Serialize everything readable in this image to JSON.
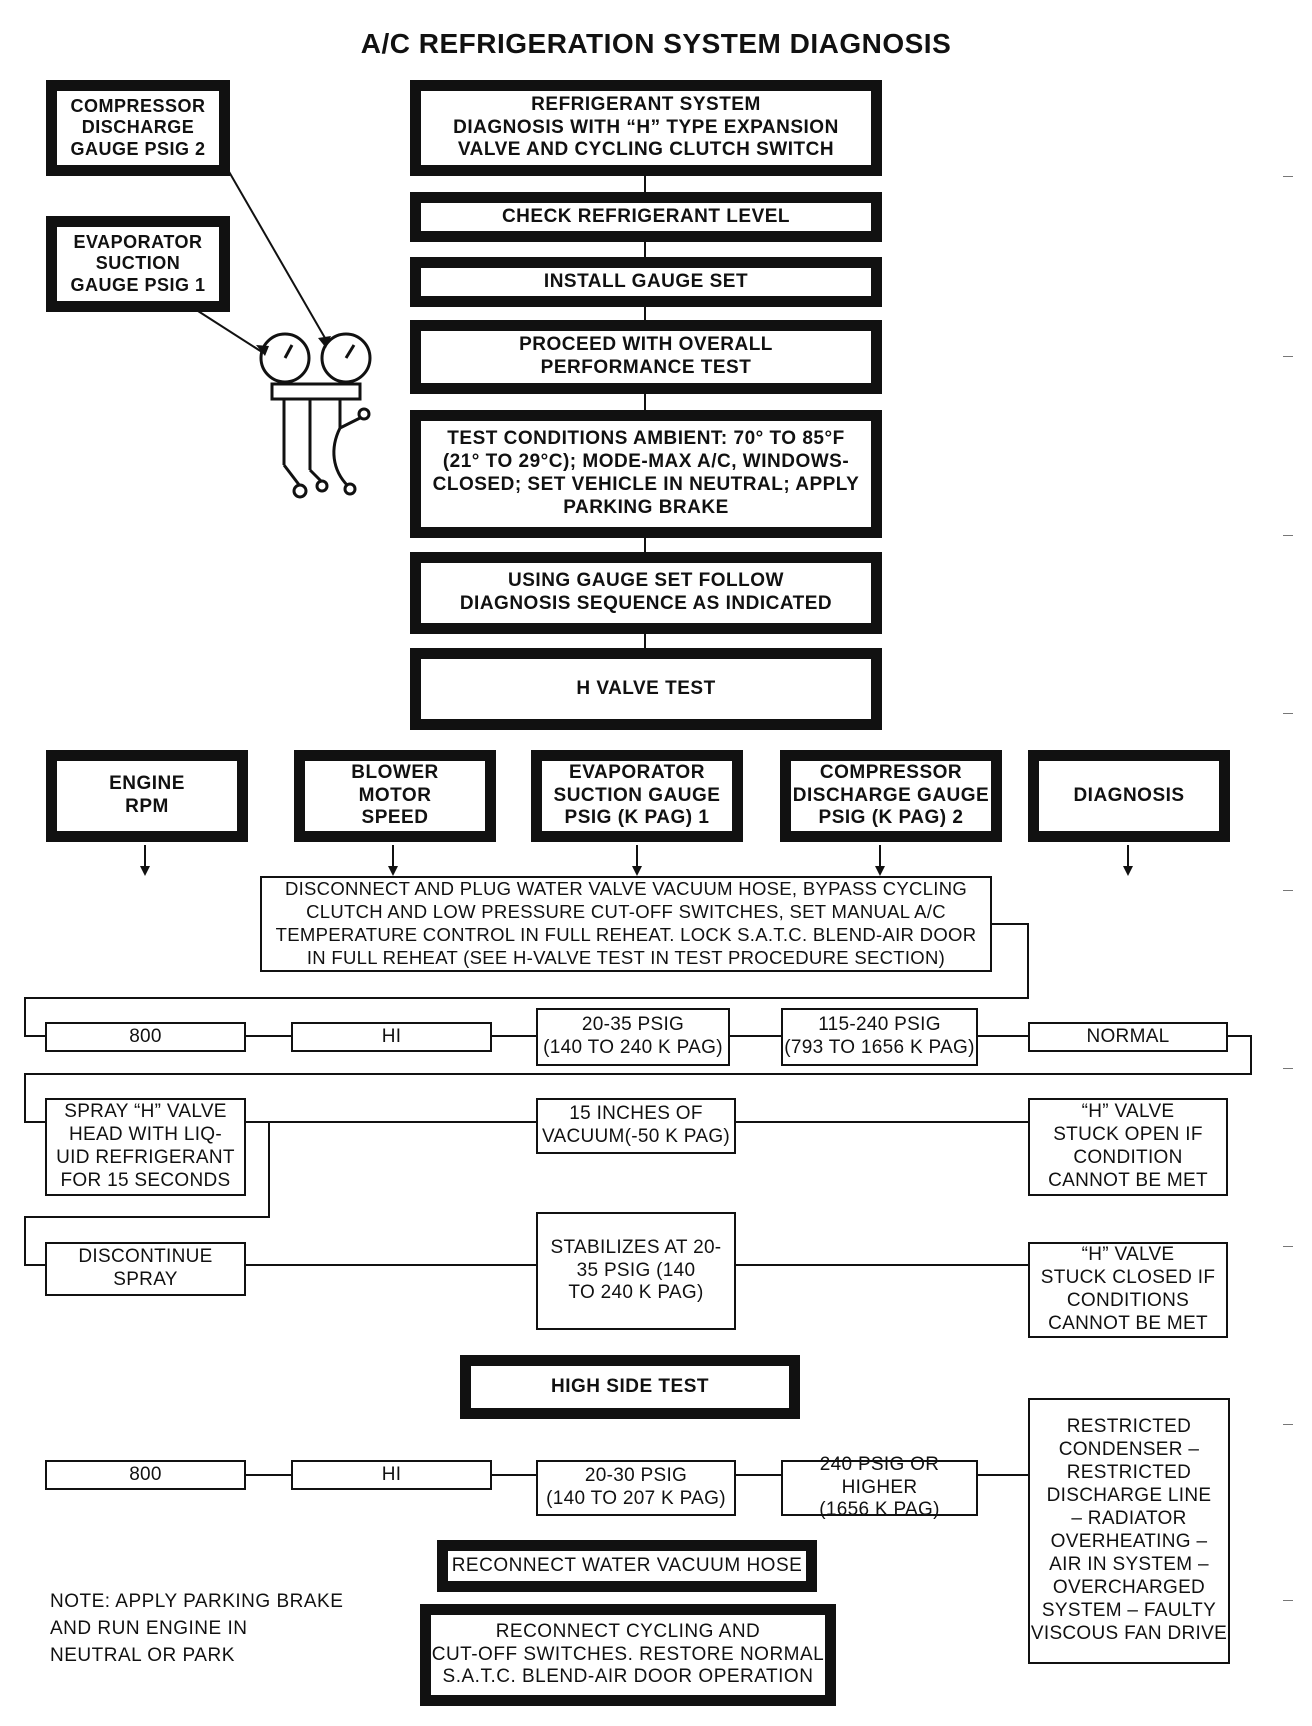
{
  "title": "A/C REFRIGERATION SYSTEM DIAGNOSIS",
  "gauge_labels": {
    "compressor": "COMPRESSOR\nDISCHARGE\nGAUGE PSIG 2",
    "evaporator": "EVAPORATOR\nSUCTION\nGAUGE PSIG 1"
  },
  "steps": [
    "REFRIGERANT SYSTEM\nDIAGNOSIS WITH “H” TYPE EXPANSION\nVALVE AND CYCLING CLUTCH SWITCH",
    "CHECK REFRIGERANT LEVEL",
    "INSTALL GAUGE SET",
    "PROCEED WITH OVERALL\nPERFORMANCE TEST",
    "TEST CONDITIONS AMBIENT: 70° TO 85°F\n(21° TO 29°C); MODE-MAX A/C, WINDOWS-\nCLOSED; SET VEHICLE IN NEUTRAL; APPLY\nPARKING BRAKE",
    "USING GAUGE SET FOLLOW\nDIAGNOSIS SEQUENCE AS INDICATED",
    "H VALVE TEST"
  ],
  "column_headers": [
    "ENGINE\nRPM",
    "BLOWER\nMOTOR\nSPEED",
    "EVAPORATOR\nSUCTION GAUGE\nPSIG (K PAG) 1",
    "COMPRESSOR\nDISCHARGE GAUGE\nPSIG (K PAG) 2",
    "DIAGNOSIS"
  ],
  "h_valve": {
    "disconnect": "DISCONNECT AND PLUG WATER VALVE VACUUM HOSE, BYPASS CYCLING\nCLUTCH AND LOW PRESSURE CUT-OFF SWITCHES, SET MANUAL A/C\nTEMPERATURE CONTROL IN FULL REHEAT. LOCK S.A.T.C. BLEND-AIR DOOR\nIN FULL REHEAT (SEE H-VALVE TEST IN TEST PROCEDURE SECTION)",
    "row1": [
      "800",
      "HI",
      "20-35 PSIG\n(140 TO 240 K PAG)",
      "115-240 PSIG\n(793 TO 1656 K PAG)",
      "NORMAL"
    ],
    "spray": "SPRAY “H” VALVE\nHEAD WITH LIQ-\nUID REFRIGERANT\nFOR 15 SECONDS",
    "vacuum": "15 INCHES OF\nVACUUM(-50 K PAG)",
    "stuck_open": "“H” VALVE\nSTUCK OPEN IF\nCONDITION\nCANNOT BE MET",
    "discontinue": "DISCONTINUE\nSPRAY",
    "stabilizes": "STABILIZES AT 20-\n35 PSIG (140\nTO 240 K PAG)",
    "stuck_closed": "“H” VALVE\nSTUCK CLOSED IF\nCONDITIONS\nCANNOT BE MET"
  },
  "high_side": {
    "title": "HIGH SIDE TEST",
    "row": [
      "800",
      "HI",
      "20-30 PSIG\n(140 TO 207 K PAG)",
      "240 PSIG OR HIGHER\n(1656 K PAG)"
    ],
    "diagnosis": "RESTRICTED\nCONDENSER –\nRESTRICTED\nDISCHARGE LINE\n– RADIATOR\nOVERHEATING –\nAIR IN SYSTEM –\nOVERCHARGED\nSYSTEM – FAULTY\nVISCOUS FAN DRIVE",
    "reconnect_hose": "RECONNECT WATER VACUUM HOSE",
    "reconnect_switches": "RECONNECT CYCLING AND\nCUT-OFF SWITCHES. RESTORE NORMAL\nS.A.T.C. BLEND-AIR DOOR OPERATION"
  },
  "note": "NOTE: APPLY PARKING BRAKE\n        AND RUN ENGINE IN\n        NEUTRAL OR PARK"
}
